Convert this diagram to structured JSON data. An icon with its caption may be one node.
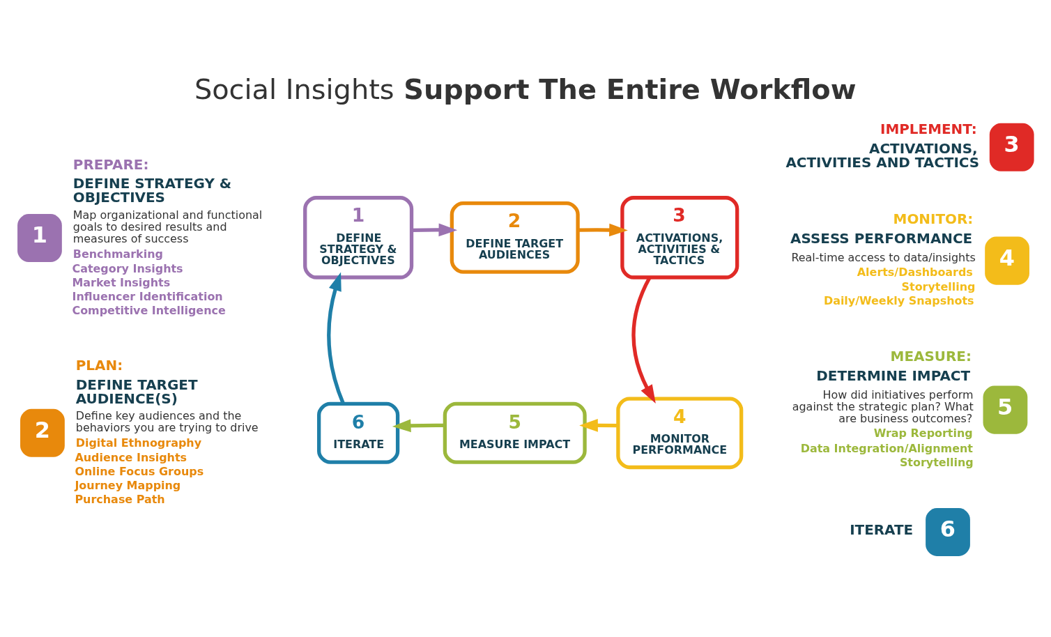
{
  "diagram": {
    "title": "Social Insights **Support The Entire Workflow**",
    "nodes": [
      {
        "text": [
          "1",
          "DEFINE STRATEGY & OBJECTIVES"
        ]
      },
      {
        "text": [
          "2",
          "DEFINE TARGET AUDIENCES"
        ]
      },
      {
        "text": [
          "3",
          "ACTIVATIONS, ACTIVITIES & TACTICS"
        ]
      },
      {
        "text": [
          "4",
          "MONITOR PERFORMANCE"
        ]
      },
      {
        "text": [
          "5",
          "MEASURE IMPACT"
        ]
      },
      {
        "text": [
          "6",
          "ITERATE"
        ]
      },
      {
        "text": [
          "1"
        ],
        "beside": [
          "PREPARE:",
          "DEFINE STRATEGY & OBJECTIVES",
          "Map organizational and functional goals to desired results and measures of success",
          "Benchmarking",
          "Category Insights",
          "Market Insights",
          "Influencer Identification",
          "Competitive Intelligence"
        ]
      },
      {
        "text": [
          "2"
        ],
        "beside": [
          "PLAN:",
          "DEFINE TARGET AUDIENCE(S)",
          "Define key audiences and the behaviors you are trying to drive",
          "Digital Ethnography",
          "Audience Insights",
          "Online Focus Groups",
          "Journey Mapping",
          "Purchase Path"
        ]
      },
      {
        "text": [
          "3"
        ],
        "beside": [
          "IMPLEMENT:",
          "ACTIVATIONS, ACTIVITIES AND TACTICS"
        ]
      },
      {
        "text": [
          "4"
        ],
        "beside": [
          "MONITOR:",
          "ASSESS PERFORMANCE",
          "Real-time access to data/insights",
          "Alerts/Dashboards",
          "Storytelling",
          "Daily/Weekly Snapshots"
        ]
      },
      {
        "text": [
          "5"
        ],
        "beside": [
          "MEASURE:",
          "DETERMINE IMPACT",
          "How did initiatives perform against the strategic plan? What are business outcomes?",
          "Wrap Reporting",
          "Data Integration/Alignment",
          "Storytelling"
        ]
      },
      {
        "text": [
          "6"
        ],
        "beside": [
          "ITERATE"
        ]
      }
    ],
    "edges": [
      {
        "from": 0,
        "to": 1,
        "arrow": "to",
        "color": "#9b72b0"
      },
      {
        "from": 1,
        "to": 2,
        "arrow": "to",
        "color": "#e8890c"
      },
      {
        "from": 2,
        "to": 3,
        "arrow": "to",
        "color": "#e02a26"
      },
      {
        "from": 3,
        "to": 4,
        "arrow": "to",
        "color": "#f3bc1a"
      },
      {
        "from": 4,
        "to": 5,
        "arrow": "to",
        "color": "#9cb83c"
      },
      {
        "from": 5,
        "to": 0,
        "arrow": "to",
        "color": "#1f7fa8"
      }
    ]
  }
}
